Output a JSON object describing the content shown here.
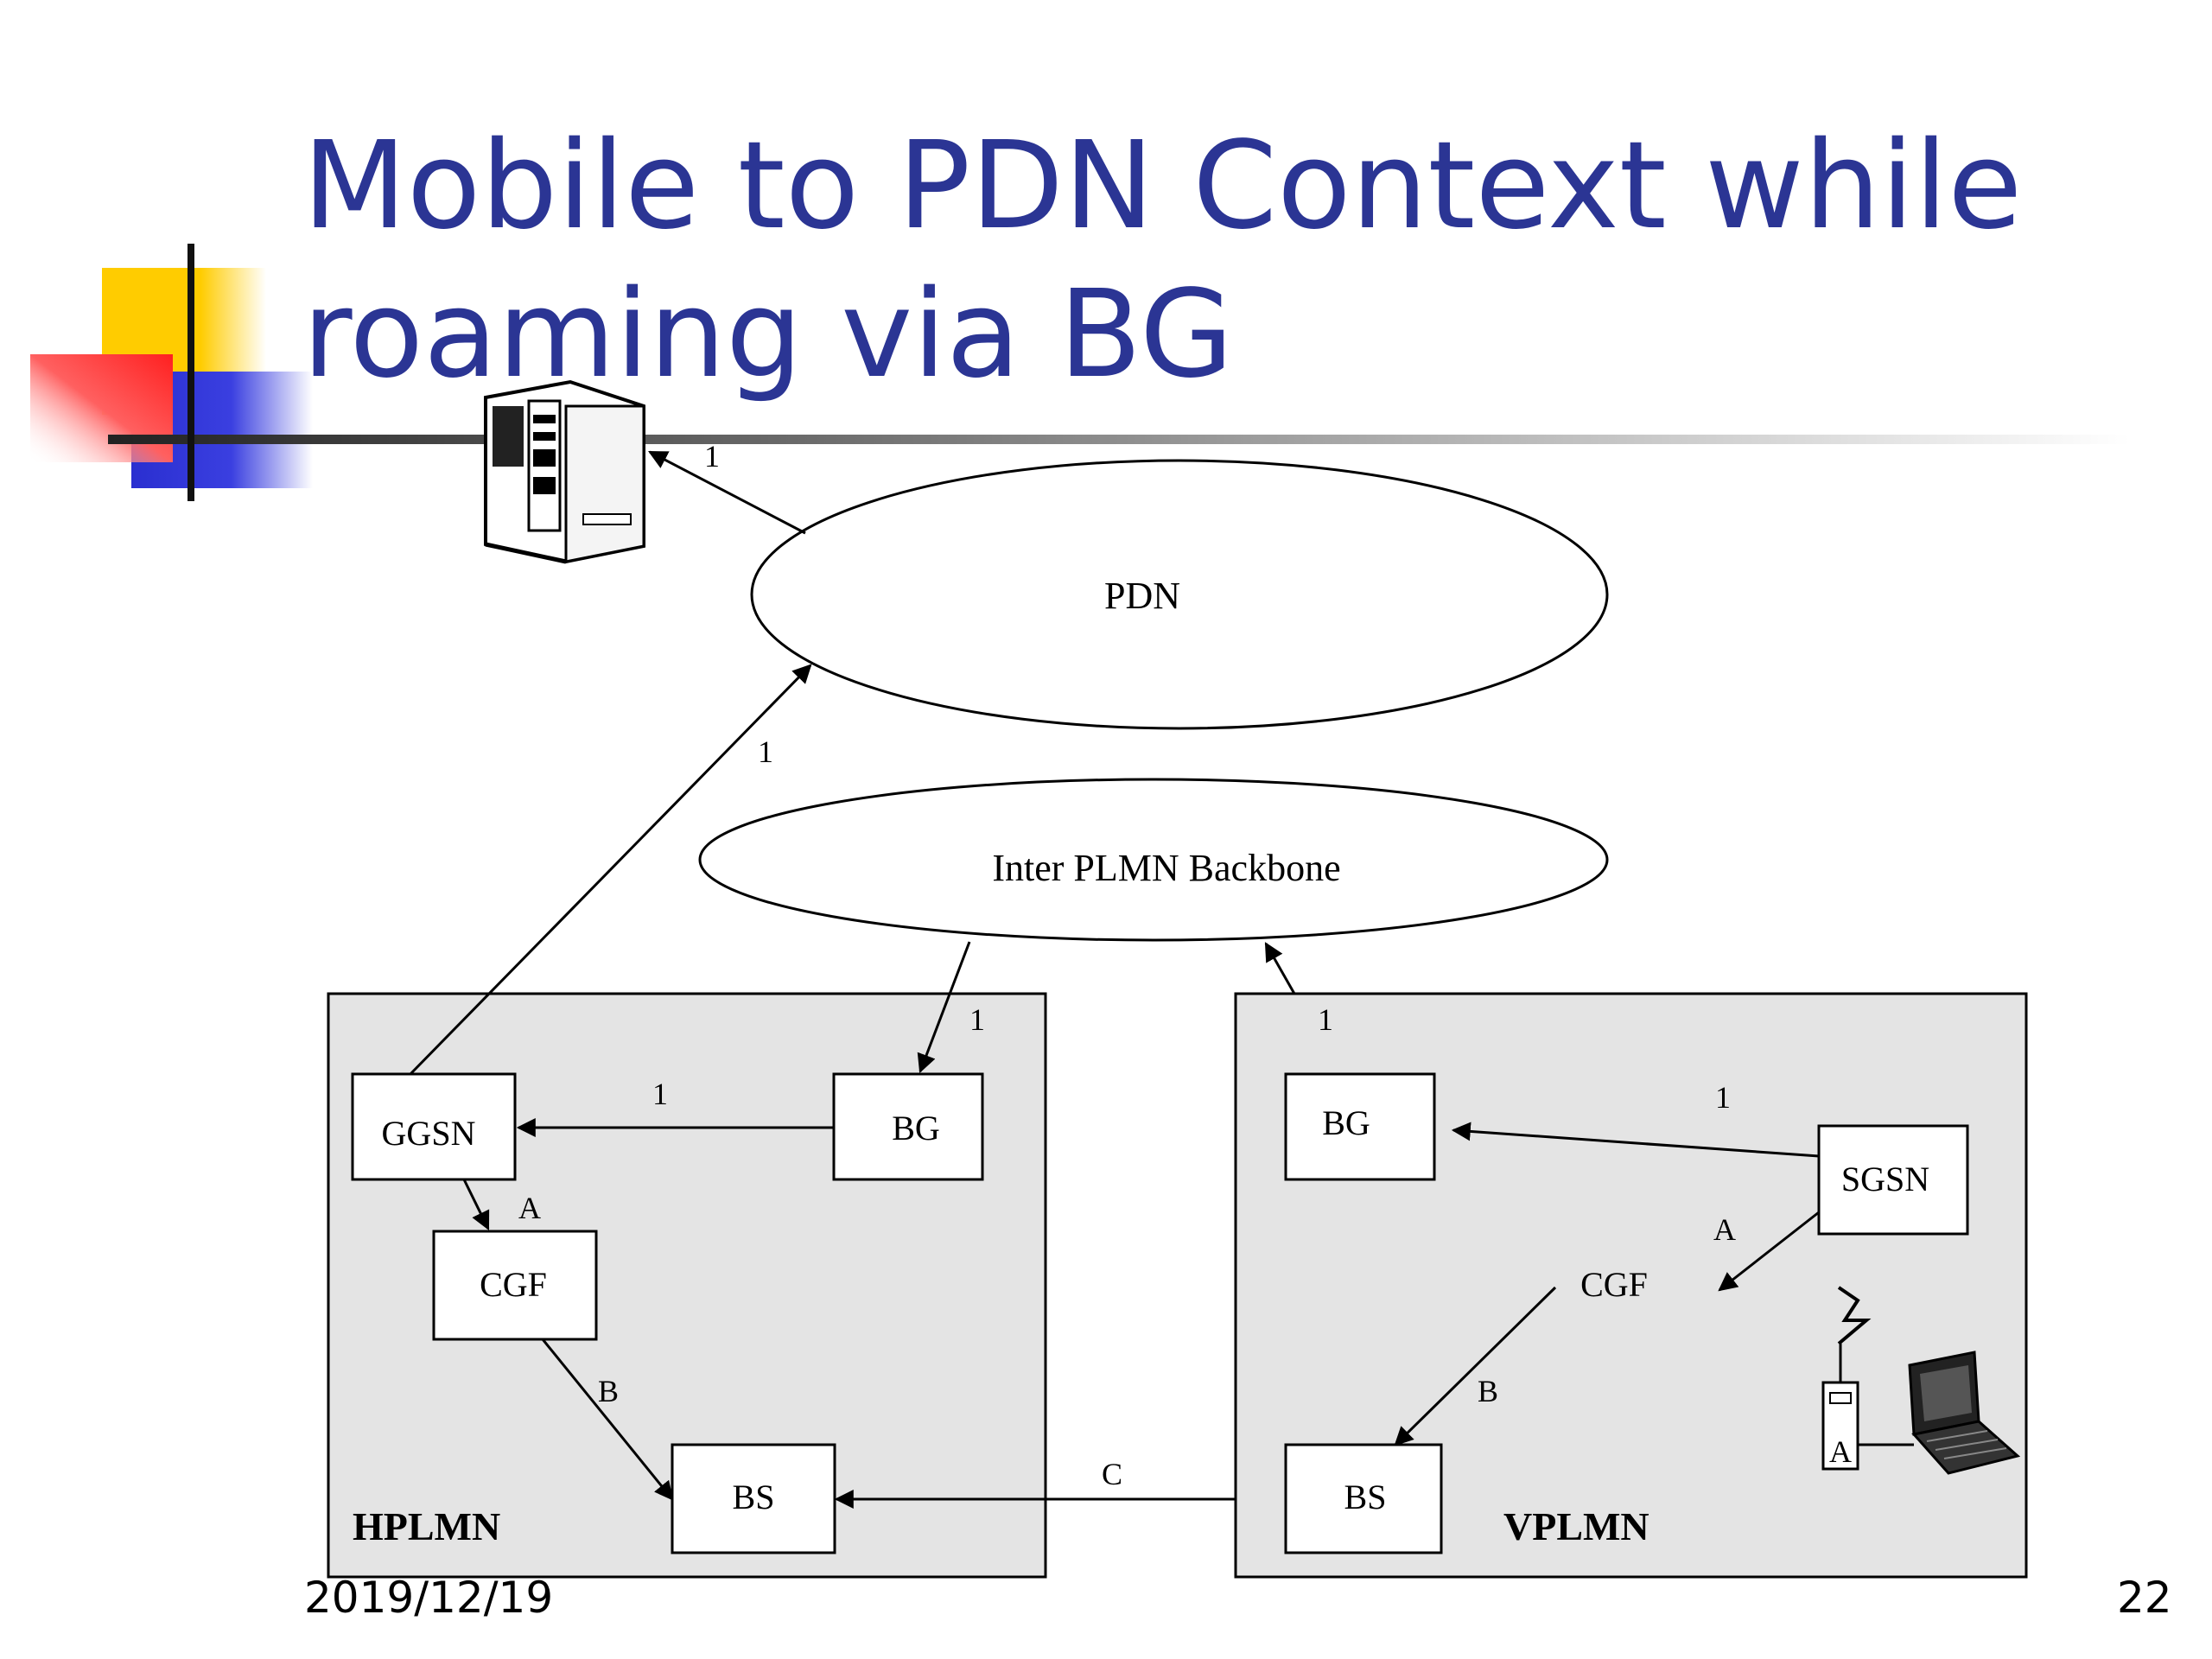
{
  "slide": {
    "title_line1": "Mobile to PDN Context while",
    "title_line2": "roaming via BG",
    "date": "2019/12/19",
    "page_number": "22",
    "title_color": "#2b3594"
  },
  "diagram": {
    "clouds": {
      "pdn": "PDN",
      "backbone": "Inter PLMN Backbone"
    },
    "hplmn": {
      "label": "HPLMN",
      "ggsn": "GGSN",
      "bg": "BG",
      "cgf": "CGF",
      "bs": "BS"
    },
    "vplmn": {
      "label": "VPLMN",
      "bg": "BG",
      "sgsn": "SGSN",
      "cgf": "CGF",
      "bs": "BS",
      "terminal_label": "A"
    },
    "edge_labels": {
      "server_pdn": "1",
      "ggsn_pdn": "1",
      "backbone_hbg": "1",
      "vbg_backbone": "1",
      "hbg_ggsn": "1",
      "sgsn_vbg": "1",
      "ggsn_cgf": "A",
      "sgsn_cgf": "A",
      "hcgf_bs": "B",
      "vcgf_bs": "B",
      "vbs_hbs": "C"
    }
  }
}
